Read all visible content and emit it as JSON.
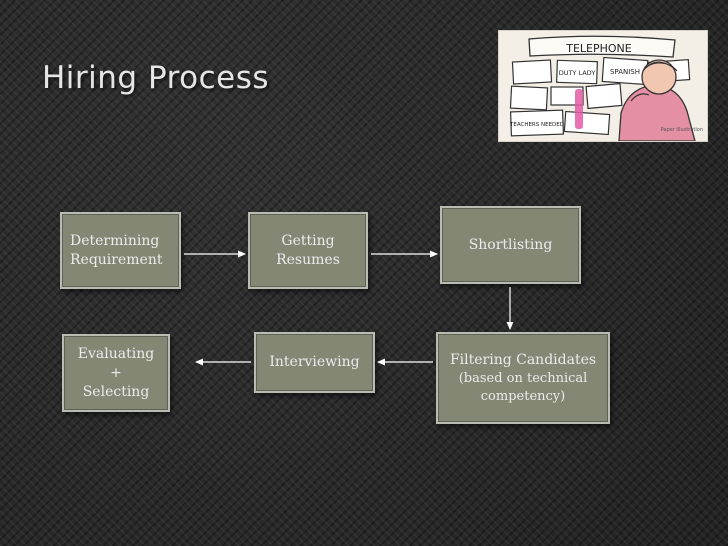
{
  "slide": {
    "title": "Hiring Process"
  },
  "image": {
    "signs": [
      "TELEPHONE",
      "DUTY LADY",
      "SPANISH",
      "TEACHERS NEEDED"
    ],
    "credit": "Paper illustration"
  },
  "steps": {
    "determining": {
      "line1": "Determining",
      "line2": "Requirement"
    },
    "getting": {
      "line1": "Getting",
      "line2": "Resumes"
    },
    "shortlisting": {
      "line1": "Shortlisting"
    },
    "filtering": {
      "line1": "Filtering Candidates",
      "line2": "(based on technical",
      "line3": "competency)"
    },
    "interviewing": {
      "line1": "Interviewing"
    },
    "evaluating": {
      "line1": "Evaluating",
      "line2": "+",
      "line3": "Selecting"
    }
  },
  "colors": {
    "background": "#2b2b2b",
    "box_fill": "#838774",
    "box_border": "#b9bcb0",
    "text": "#ececec",
    "arrow": "#ffffff"
  }
}
